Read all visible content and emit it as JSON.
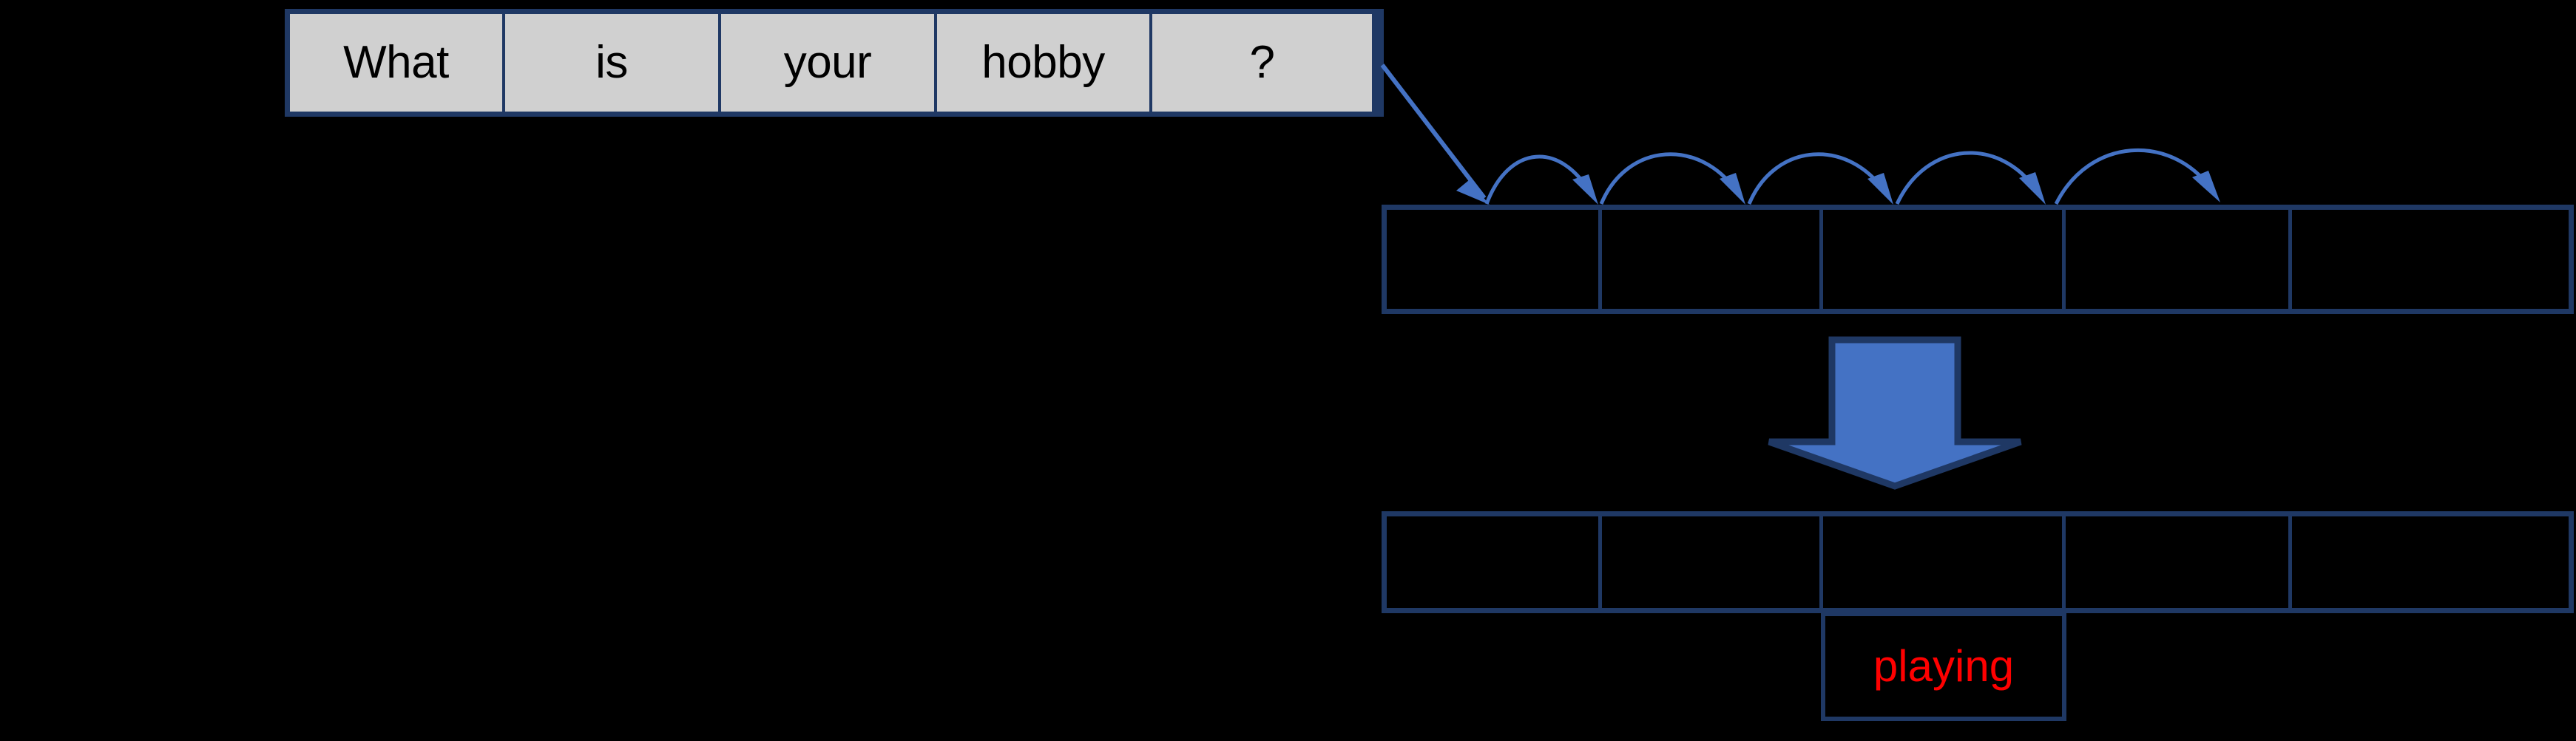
{
  "diagram": {
    "title": "Seq2Seq decoding step diagram",
    "background_color": "#000000",
    "colors": {
      "cell_border": "#1F3864",
      "source_cell_fill": "#D0D0D0",
      "arrow_blue": "#4472C4",
      "output_text": "#FF0000",
      "source_text": "#000000"
    },
    "source_sequence": {
      "name": "input-question-tokens",
      "tokens": [
        {
          "label": "What"
        },
        {
          "label": "is"
        },
        {
          "label": "your"
        },
        {
          "label": "hobby"
        },
        {
          "label": "?"
        }
      ]
    },
    "encoder_row": {
      "name": "encoder-state-row",
      "cells": [
        {
          "label": ""
        },
        {
          "label": ""
        },
        {
          "label": ""
        },
        {
          "label": ""
        },
        {
          "label": ""
        }
      ]
    },
    "decoder_row": {
      "name": "decoder-state-row",
      "cells": [
        {
          "label": ""
        },
        {
          "label": ""
        },
        {
          "label": ""
        },
        {
          "label": ""
        },
        {
          "label": ""
        }
      ]
    },
    "output_token": {
      "name": "predicted-word",
      "label": "playing",
      "under_cell_index": 3
    },
    "connectors": {
      "feed_arrow_label": "",
      "hop_arrow_count": 4,
      "transform_arrow": {
        "name": "down-block-arrow",
        "direction": "down",
        "fill": "#4472C4",
        "stroke": "#1F3864"
      }
    }
  }
}
